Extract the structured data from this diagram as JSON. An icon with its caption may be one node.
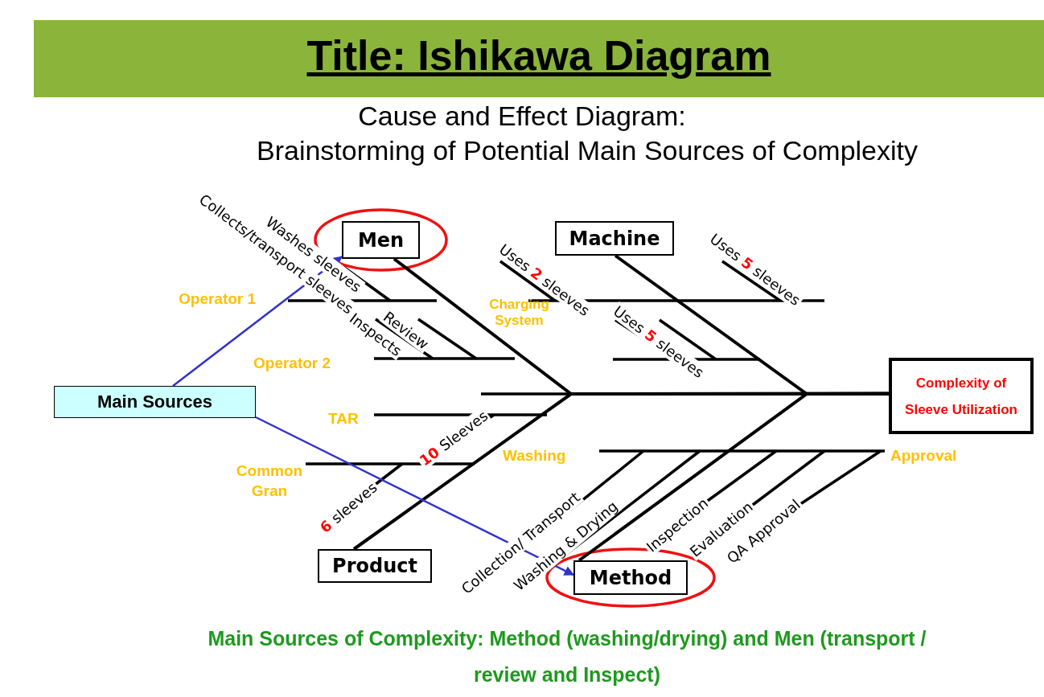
{
  "diagram": {
    "title": "Title: Ishikawa Diagram",
    "caption": "Main Sources of Complexity: Method (washing/drying) and Men (transport / review and Inspect)",
    "nodes": [
      {
        "text": [
          "Men"
        ]
      },
      {
        "text": [
          "Machine"
        ]
      },
      {
        "text": [
          "Main Sources"
        ]
      },
      {
        "text": [
          "Complexity of Sleeve Utilization"
        ]
      },
      {
        "text": [
          "Product"
        ]
      },
      {
        "text": [
          "Method"
        ]
      }
    ],
    "edges": [
      {
        "from": 0,
        "to": 3,
        "arrow": "none"
      },
      {
        "from": 1,
        "to": 3,
        "arrow": "none"
      },
      {
        "from": 4,
        "to": 3,
        "arrow": "none"
      },
      {
        "from": 5,
        "to": 3,
        "arrow": "none"
      },
      {
        "from": 2,
        "to": 0,
        "arrow": "to",
        "color": "#3333cc"
      },
      {
        "from": 2,
        "to": 5,
        "arrow": "to",
        "color": "#3333cc"
      }
    ],
    "labels": [
      "Cause and Effect Diagram:",
      "Brainstorming of Potential Main Sources of Complexity",
      "Collects/transport sleeves",
      "Washes sleeves",
      "Operator 1",
      "Review",
      "Inspects",
      "Operator 2",
      "Uses **2** sleeves",
      "Charging System",
      "Uses **5** sleeves",
      "Uses **5** sleeves",
      "TAR",
      "**10** Sleeves",
      "Common Gran",
      "**6** sleeves",
      "Washing",
      "Collection/ Transport",
      "Washing & Drying",
      "Inspection",
      "Evaluation",
      "QA Approval",
      "Approval"
    ]
  }
}
